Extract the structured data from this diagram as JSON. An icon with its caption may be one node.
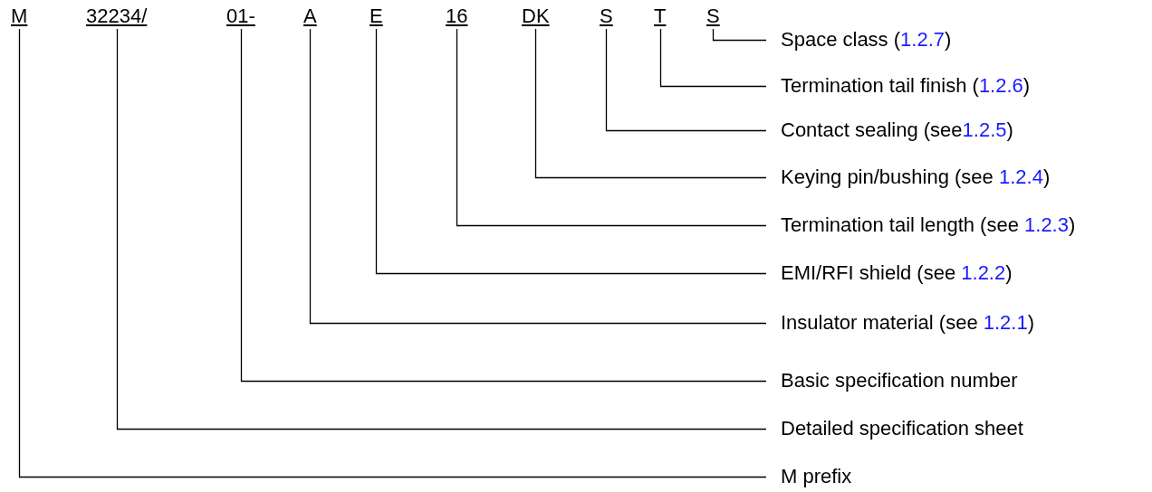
{
  "diagram": {
    "nodes": [
      {
        "text": [
          "M"
        ]
      },
      {
        "text": [
          "32234/"
        ]
      },
      {
        "text": [
          "01-"
        ]
      },
      {
        "text": [
          "A"
        ]
      },
      {
        "text": [
          "E"
        ]
      },
      {
        "text": [
          "16"
        ]
      },
      {
        "text": [
          "DK"
        ]
      },
      {
        "text": [
          "S"
        ]
      },
      {
        "text": [
          "T"
        ]
      },
      {
        "text": [
          "S"
        ]
      },
      {
        "text": [
          "Space class (1.2.7)"
        ]
      },
      {
        "text": [
          "Termination tail finish (1.2.6)"
        ]
      },
      {
        "text": [
          "Contact sealing (see1.2.5)"
        ]
      },
      {
        "text": [
          "Keying pin/bushing (see 1.2.4)"
        ]
      },
      {
        "text": [
          "Termination tail length (see 1.2.3)"
        ]
      },
      {
        "text": [
          "EMI/RFI shield (see 1.2.2)"
        ]
      },
      {
        "text": [
          "Insulator material (see 1.2.1)"
        ]
      },
      {
        "text": [
          "Basic specification number"
        ]
      },
      {
        "text": [
          "Detailed specification sheet"
        ]
      },
      {
        "text": [
          "M prefix"
        ]
      }
    ],
    "edges": [
      {
        "from": 9,
        "to": 10,
        "arrow": "none"
      },
      {
        "from": 8,
        "to": 11,
        "arrow": "none"
      },
      {
        "from": 7,
        "to": 12,
        "arrow": "none"
      },
      {
        "from": 6,
        "to": 13,
        "arrow": "none"
      },
      {
        "from": 5,
        "to": 14,
        "arrow": "none"
      },
      {
        "from": 4,
        "to": 15,
        "arrow": "none"
      },
      {
        "from": 3,
        "to": 16,
        "arrow": "none"
      },
      {
        "from": 2,
        "to": 17,
        "arrow": "none"
      },
      {
        "from": 1,
        "to": 18,
        "arrow": "none"
      },
      {
        "from": 0,
        "to": 19,
        "arrow": "none"
      }
    ]
  }
}
